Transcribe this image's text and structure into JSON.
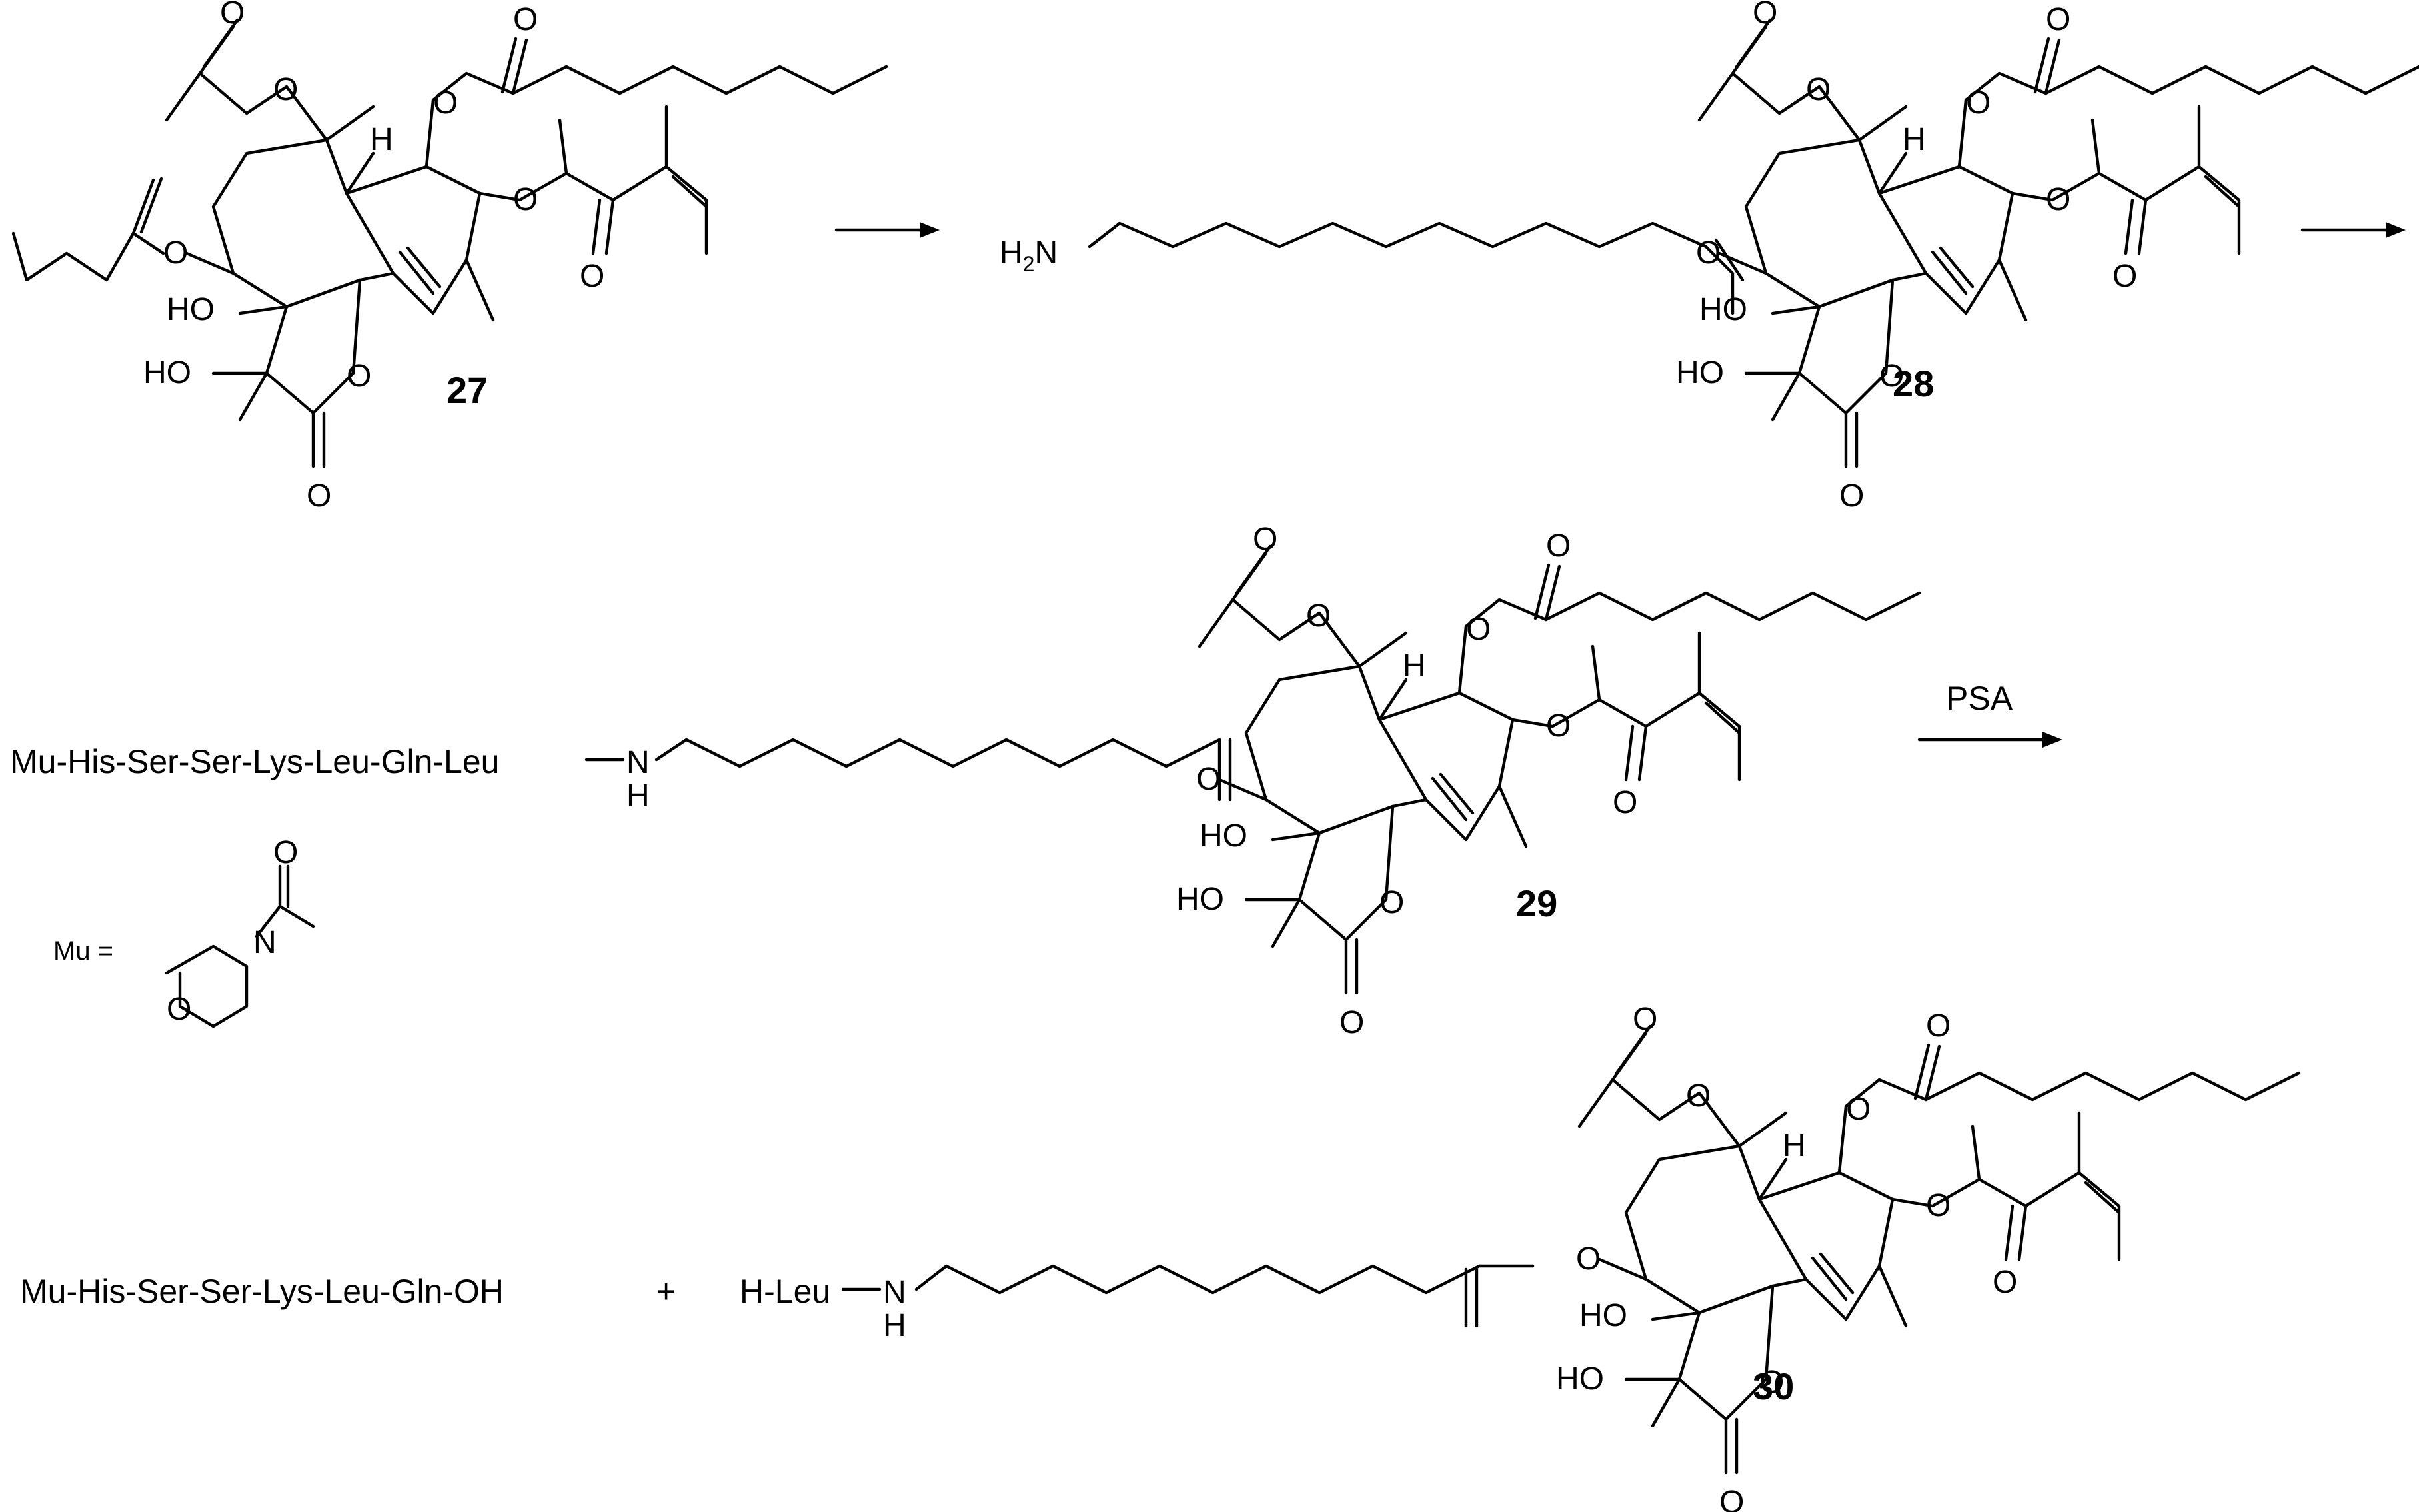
{
  "scheme": {
    "compound_numbers": [
      "27",
      "28",
      "29",
      "30"
    ],
    "reagent": "PSA",
    "peptide_conjugate": "Mu-His-Ser-Ser-Lys-Leu-Gln-Leu",
    "product_peptide": "Mu-His-Ser-Ser-Lys-Leu-Gln-OH",
    "product_leu": "H-Leu",
    "plus": "+",
    "mu_label": "Mu =",
    "atoms": {
      "O": "O",
      "N": "N",
      "H": "H",
      "HO": "HO",
      "H2N_main": "H",
      "H2N_sub": "2",
      "H2N_end": "N"
    },
    "colors": {
      "ink": "#000000",
      "background": "#ffffff"
    }
  }
}
